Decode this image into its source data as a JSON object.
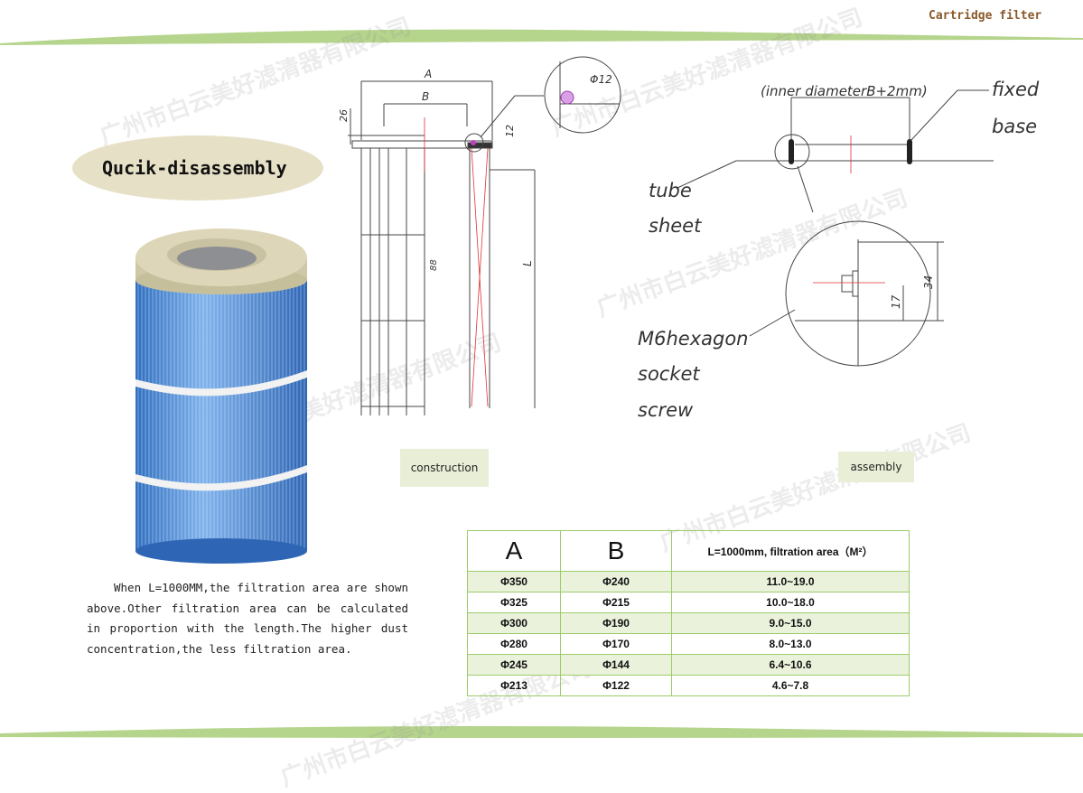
{
  "header": {
    "title": "Cartridge filter"
  },
  "watermark": "广州市白云美好滤清器有限公司",
  "quick_label": "Qucik-disassembly",
  "construction_drawing": {
    "dims": {
      "a": "A",
      "b": "B",
      "h26": "26",
      "h12": "12",
      "phi12": "Φ12",
      "l": "L",
      "center": "88"
    },
    "caption": "construction"
  },
  "assembly_drawing": {
    "inner_diameter": "(inner diameterB+2mm)",
    "fixed": "fixed",
    "base": "base",
    "tube": "tube",
    "sheet": "sheet",
    "screw_1": "M6hexagon",
    "screw_2": "socket",
    "screw_3": "screw",
    "d34": "34",
    "d17": "17",
    "caption": "assembly"
  },
  "description": "When L=1000MM,the filtration area are shown above.Other filtration area can be calculated in proportion with the length.The higher dust concentration,the less filtration area.",
  "table": {
    "headers": [
      "A",
      "B",
      "L=1000mm, filtration area（M²）"
    ],
    "rows": [
      [
        "Φ350",
        "Φ240",
        "11.0~19.0"
      ],
      [
        "Φ325",
        "Φ215",
        "10.0~18.0"
      ],
      [
        "Φ300",
        "Φ190",
        "9.0~15.0"
      ],
      [
        "Φ280",
        "Φ170",
        "8.0~13.0"
      ],
      [
        "Φ245",
        "Φ144",
        "6.4~10.6"
      ],
      [
        "Φ213",
        "Φ122",
        "4.6~7.8"
      ]
    ]
  },
  "colors": {
    "band": "#a9cc7e",
    "table_border": "#9ccc6a",
    "filter_blue": "#4f8fd8",
    "cap": "#d9d3b5"
  }
}
